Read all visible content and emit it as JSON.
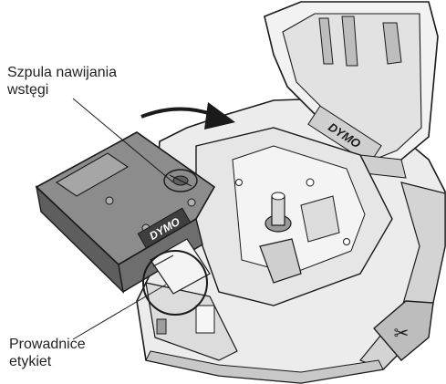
{
  "callouts": {
    "ribbon_spool": {
      "line1": "Szpula nawijania",
      "line2": "wstęgi"
    },
    "label_guides": {
      "line1": "Prowadnice",
      "line2": "etykiet"
    }
  },
  "brand": {
    "cassette_logo": "DYMO",
    "printer_logo": "DYMO"
  },
  "colors": {
    "cassette_gray": "#8c8c8c",
    "cassette_dark": "#5e5e5e",
    "printer_body": "#ececec",
    "printer_shadow": "#b9b9b9",
    "outline": "#1a1a1a"
  }
}
